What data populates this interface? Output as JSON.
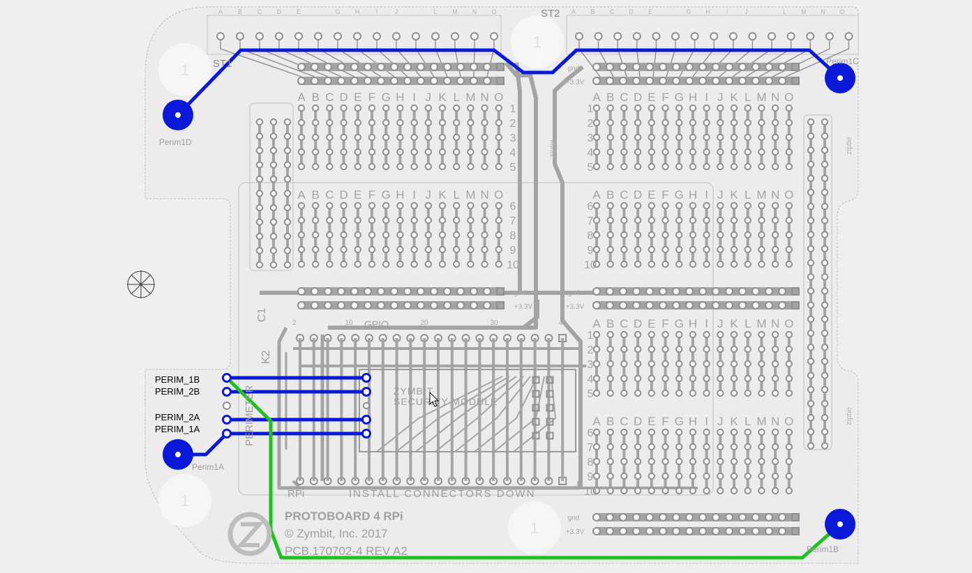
{
  "colors": {
    "background": "#efefef",
    "board": "#ebebeb",
    "trace_gray": "#a4a4a4",
    "pad_gray": "#8f8f8f",
    "silk": "#ababab",
    "trace_blue": "#0a18d8",
    "trace_green": "#1dc21d"
  },
  "board": {
    "title": "PROTOBOARD 4 RPi",
    "copyright": "© Zymbit, Inc. 2017",
    "revision": "PCB.170702-4 REV A2",
    "install_note": "INSTALL CONNECTORS DOWN",
    "rpi_label": "RPi",
    "gpio_label": "GPIO",
    "module_line1": "ZYMBIT",
    "module_line2": "SECURITY MODULE",
    "perimeter_label": "PERIMETER",
    "k2_label": "K2",
    "c1_label": "C1",
    "ziptie": "ziptie",
    "gnd": "gnd",
    "v33": "+3.3V",
    "mounting_hole": "1",
    "gpio_numbers": [
      "2",
      "10",
      "20",
      "30",
      "40"
    ]
  },
  "connectors": {
    "st1": "ST1",
    "st2": "ST2",
    "columns": [
      "A",
      "B",
      "C",
      "D",
      "E",
      "F",
      "G",
      "H",
      "I",
      "J",
      "K",
      "L",
      "M",
      "N",
      "O"
    ],
    "st_column_letters": [
      "A",
      "B",
      "C",
      "D",
      "E",
      "",
      "G",
      "H",
      "I",
      "J",
      "",
      "L",
      "M",
      "N",
      "O"
    ]
  },
  "rows": {
    "top": [
      "1",
      "2",
      "3",
      "4",
      "5"
    ],
    "bottom": [
      "6",
      "7",
      "8",
      "9",
      "10"
    ]
  },
  "perim_pads": {
    "perim1d": "Perim1D",
    "perim1c": "Perim1C",
    "perim1a": "Perim1A",
    "perim1b": "Perim1B"
  },
  "signals": [
    "PERIM_1B",
    "PERIM_2B",
    "PERIM_2A",
    "PERIM_1A"
  ],
  "icons": [
    "crosshair-target-icon",
    "zymbit-logo-icon",
    "mouse-cursor-icon"
  ]
}
